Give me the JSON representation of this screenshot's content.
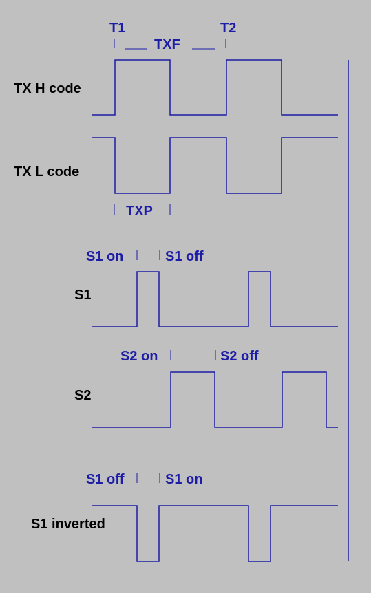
{
  "colors": {
    "background": "#c0c0c0",
    "trace": "#1c1ca6",
    "label": "#000000"
  },
  "markers": {
    "t1": "T1",
    "t2": "T2",
    "txf": "TXF",
    "txp": "TXP",
    "s1_on_top": "S1 on",
    "s1_off_top": "S1 off",
    "s2_on": "S2 on",
    "s2_off": "S2 off",
    "s1_off_bottom": "S1 off",
    "s1_on_bottom": "S1 on"
  },
  "signals": {
    "tx_h": "TX H code",
    "tx_l": "TX L code",
    "s1": "S1",
    "s2": "S2",
    "s1_inverted": "S1 inverted"
  }
}
